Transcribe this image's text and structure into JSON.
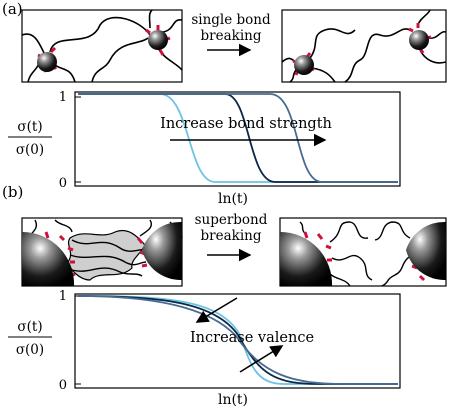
{
  "panel_a": {
    "label": "(a)",
    "transition_caption": [
      "single bond",
      "breaking"
    ],
    "plot": {
      "y_label_num": "σ(t)",
      "y_label_den": "σ(0)",
      "y_tick_top": "1",
      "y_tick_bottom": "0",
      "x_label": "ln(t)",
      "annotation": "Increase bond strength",
      "series_colors": [
        "#6ec3e3",
        "#0b2747",
        "#486b92"
      ]
    }
  },
  "panel_b": {
    "label": "(b)",
    "transition_caption": [
      "superbond",
      "breaking"
    ],
    "plot": {
      "y_label_num": "σ(t)",
      "y_label_den": "σ(0)",
      "y_tick_top": "1",
      "y_tick_bottom": "0",
      "x_label": "ln(t)",
      "annotation": "Increase valence",
      "series_colors": [
        "#6ec3e3",
        "#0b2747",
        "#486b92"
      ]
    }
  },
  "colors": {
    "linker": "#d0103a",
    "polymer": "#000000",
    "shaded_region": "#cfcfcf"
  }
}
